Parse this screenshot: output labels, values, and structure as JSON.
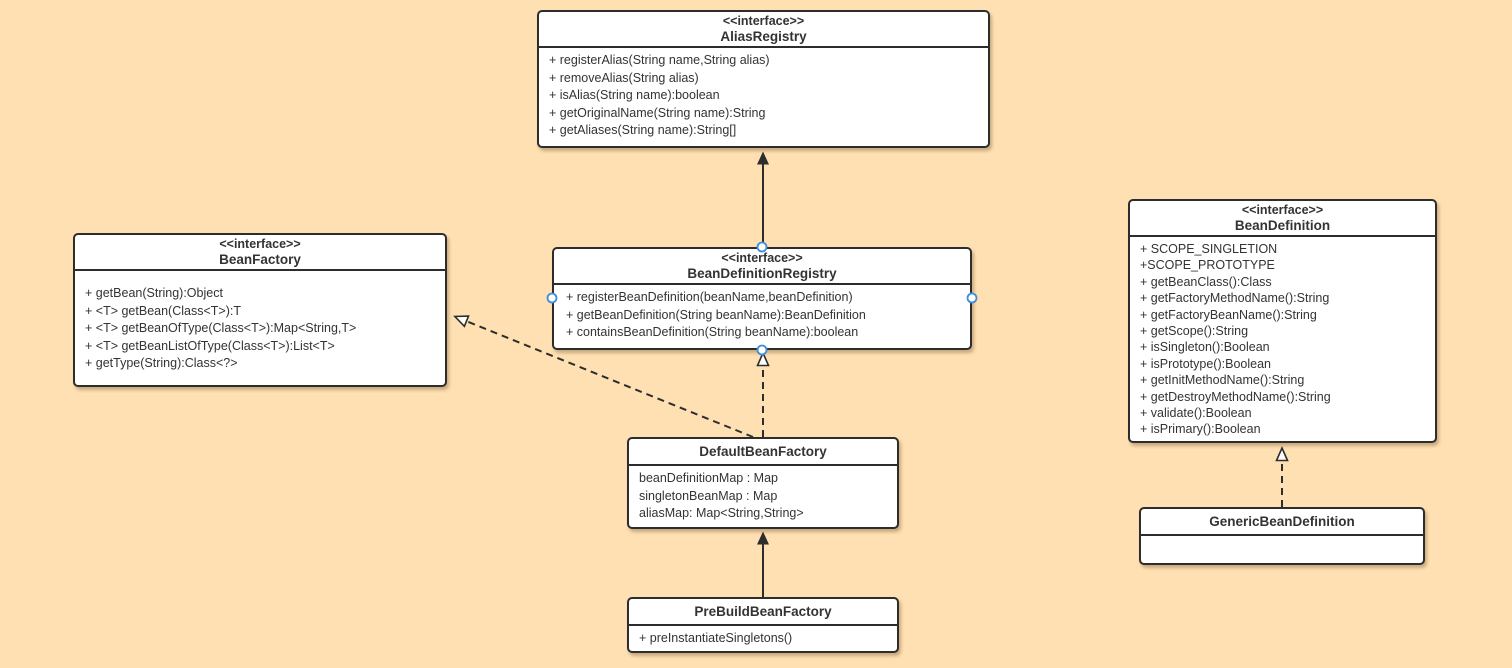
{
  "diagram": {
    "title": "Spring BeanFactory UML class diagram",
    "colors": {
      "background": "#ffe0b2",
      "node_fill": "#ffffff",
      "node_border": "#2d2d2d",
      "text": "#333333",
      "selection_handle": "#3c8dde"
    }
  },
  "classes": [
    {
      "stereotype": "<<interface>>",
      "name": "AliasRegistry",
      "members": [
        "+ registerAlias(String name,String alias)",
        "+ removeAlias(String alias)",
        "+ isAlias(String name):boolean",
        "+ getOriginalName(String name):String",
        "+ getAliases(String name):String[]"
      ]
    },
    {
      "stereotype": "<<interface>>",
      "name": "BeanFactory",
      "members": [
        "+ getBean(String):Object",
        "+ <T> getBean(Class<T>):T",
        "+ <T> getBeanOfType(Class<T>):Map<String,T>",
        "+ <T> getBeanListOfType(Class<T>):List<T>",
        "+ getType(String):Class<?>"
      ]
    },
    {
      "stereotype": "<<interface>>",
      "name": "BeanDefinitionRegistry",
      "members": [
        "+ registerBeanDefinition(beanName,beanDefinition)",
        "+ getBeanDefinition(String beanName):BeanDefinition",
        "+ containsBeanDefinition(String beanName):boolean"
      ]
    },
    {
      "stereotype": "<<interface>>",
      "name": "BeanDefinition",
      "members": [
        "+ SCOPE_SINGLETION",
        "+SCOPE_PROTOTYPE",
        "+ getBeanClass():Class",
        "+ getFactoryMethodName():String",
        "+ getFactoryBeanName():String",
        "+ getScope():String",
        "+ isSingleton():Boolean",
        "+ isPrototype():Boolean",
        "+ getInitMethodName():String",
        "+ getDestroyMethodName():String",
        "+ validate():Boolean",
        "+ isPrimary():Boolean"
      ]
    },
    {
      "name": "DefaultBeanFactory",
      "members": [
        "beanDefinitionMap : Map",
        "singletonBeanMap : Map",
        "aliasMap: Map<String,String>"
      ]
    },
    {
      "name": "PreBuildBeanFactory",
      "members": [
        "+ preInstantiateSingletons()"
      ]
    },
    {
      "name": "GenericBeanDefinition",
      "members": []
    }
  ],
  "relations": [
    {
      "from": "BeanDefinitionRegistry",
      "to": "AliasRegistry",
      "type": "extends",
      "line": "solid",
      "arrowhead": "filled-triangle"
    },
    {
      "from": "DefaultBeanFactory",
      "to": "BeanDefinitionRegistry",
      "type": "implements",
      "line": "dashed",
      "arrowhead": "hollow-triangle"
    },
    {
      "from": "DefaultBeanFactory",
      "to": "BeanFactory",
      "type": "implements",
      "line": "dashed",
      "arrowhead": "hollow-triangle"
    },
    {
      "from": "PreBuildBeanFactory",
      "to": "DefaultBeanFactory",
      "type": "extends",
      "line": "solid",
      "arrowhead": "filled-triangle"
    },
    {
      "from": "GenericBeanDefinition",
      "to": "BeanDefinition",
      "type": "implements",
      "line": "dashed",
      "arrowhead": "hollow-triangle"
    }
  ]
}
